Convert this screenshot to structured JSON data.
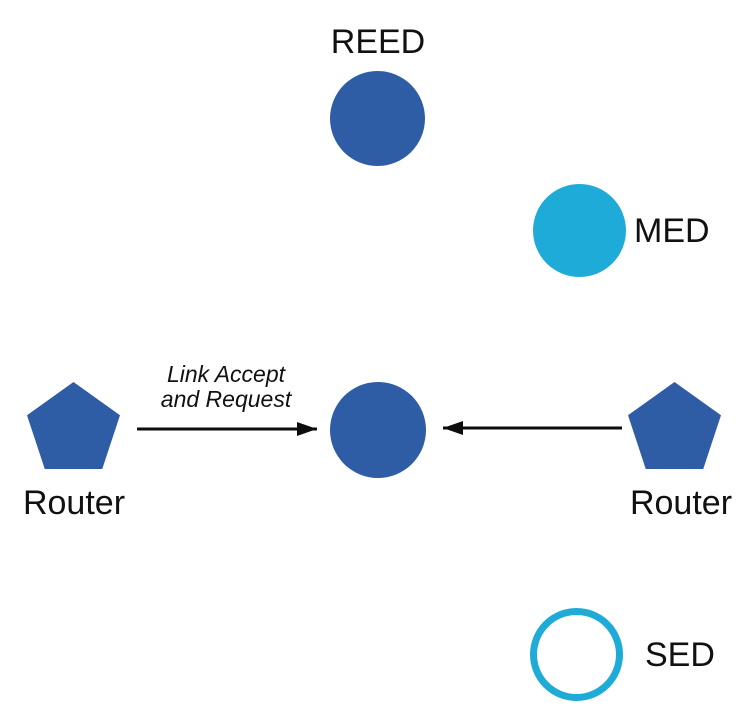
{
  "colors": {
    "node_blue": "#2e5ca5",
    "node_cyan": "#1fabd7",
    "arrow": "#0d0d0d",
    "text": "#111111",
    "background": "#ffffff"
  },
  "diagram": {
    "nodes": [
      {
        "id": "reed",
        "label": "REED",
        "shape": "circle",
        "fill": "blue"
      },
      {
        "id": "med",
        "label": "MED",
        "shape": "circle",
        "fill": "cyan"
      },
      {
        "id": "router-left",
        "label": "Router",
        "shape": "pentagon",
        "fill": "blue"
      },
      {
        "id": "parent",
        "label": "",
        "shape": "circle",
        "fill": "blue"
      },
      {
        "id": "router-right",
        "label": "Router",
        "shape": "pentagon",
        "fill": "blue"
      },
      {
        "id": "sed",
        "label": "SED",
        "shape": "circle-outline",
        "fill": "white"
      }
    ],
    "edges": [
      {
        "from": "router-left",
        "to": "parent",
        "label": "Link Accept and Request",
        "label_lines": [
          "Link Accept",
          "and Request"
        ]
      },
      {
        "from": "router-right",
        "to": "parent",
        "label": ""
      }
    ]
  }
}
